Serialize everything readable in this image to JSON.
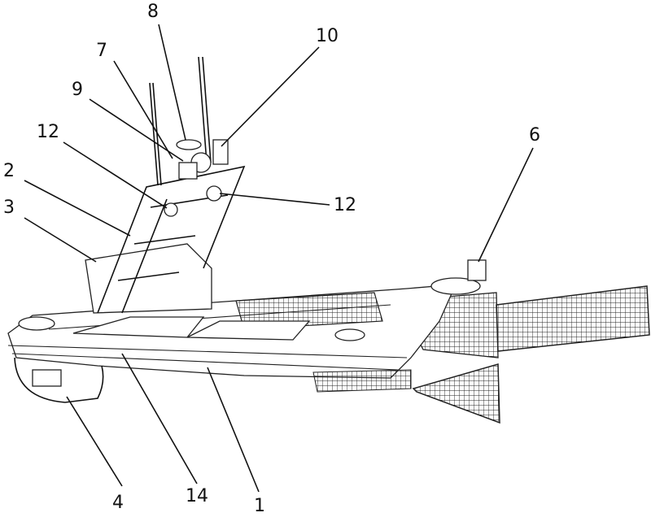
{
  "figure": {
    "labels": [
      {
        "id": "label-8",
        "text": "8"
      },
      {
        "id": "label-10",
        "text": "10"
      },
      {
        "id": "label-7",
        "text": "7"
      },
      {
        "id": "label-9",
        "text": "9"
      },
      {
        "id": "label-12-left",
        "text": "12"
      },
      {
        "id": "label-2",
        "text": "2"
      },
      {
        "id": "label-3",
        "text": "3"
      },
      {
        "id": "label-12-right",
        "text": "12"
      },
      {
        "id": "label-6",
        "text": "6"
      },
      {
        "id": "label-4",
        "text": "4"
      },
      {
        "id": "label-14",
        "text": "14"
      },
      {
        "id": "label-1",
        "text": "1"
      }
    ]
  }
}
